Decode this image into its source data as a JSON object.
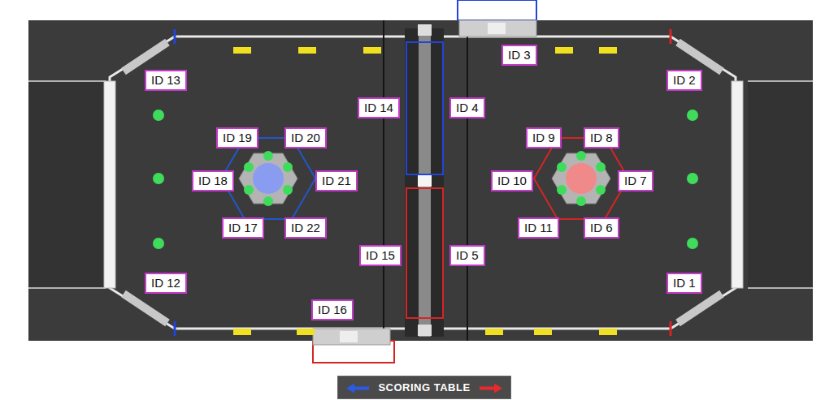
{
  "diagram": {
    "nodes": [
      {
        "text": [
          "ID 3"
        ]
      },
      {
        "text": [
          "ID 13"
        ]
      },
      {
        "text": [
          "ID 2"
        ]
      },
      {
        "text": [
          "ID 14"
        ]
      },
      {
        "text": [
          "ID 4"
        ]
      },
      {
        "text": [
          "ID 19"
        ]
      },
      {
        "text": [
          "ID 20"
        ]
      },
      {
        "text": [
          "ID 9"
        ]
      },
      {
        "text": [
          "ID 8"
        ]
      },
      {
        "text": [
          "ID 18"
        ]
      },
      {
        "text": [
          "ID 21"
        ]
      },
      {
        "text": [
          "ID 10"
        ]
      },
      {
        "text": [
          "ID 7"
        ]
      },
      {
        "text": [
          "ID 17"
        ]
      },
      {
        "text": [
          "ID 22"
        ]
      },
      {
        "text": [
          "ID 11"
        ]
      },
      {
        "text": [
          "ID 6"
        ]
      },
      {
        "text": [
          "ID 15"
        ]
      },
      {
        "text": [
          "ID 5"
        ]
      },
      {
        "text": [
          "ID 12"
        ]
      },
      {
        "text": [
          "ID 1"
        ]
      },
      {
        "text": [
          "ID 16"
        ]
      },
      {
        "text": [
          "SCORING TABLE"
        ]
      }
    ]
  }
}
